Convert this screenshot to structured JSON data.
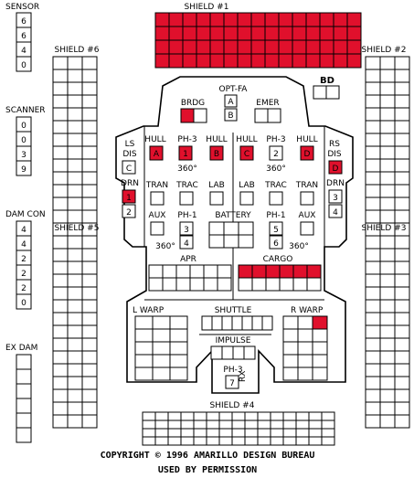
{
  "colors": {
    "damaged": "#e0102c",
    "box": "#ffffff",
    "ink": "#000000"
  },
  "sensor": {
    "label": "SENSOR",
    "values": [
      "6",
      "6",
      "4",
      "0"
    ]
  },
  "scanner": {
    "label": "SCANNER",
    "values": [
      "0",
      "0",
      "3",
      "9"
    ]
  },
  "damcon": {
    "label": "DAM CON",
    "values": [
      "4",
      "4",
      "2",
      "2",
      "2",
      "0"
    ]
  },
  "exdam": {
    "label": "EX DAM"
  },
  "shield1": {
    "label": "SHIELD #1"
  },
  "shield2": {
    "label": "SHIELD #2"
  },
  "shield3": {
    "label": "SHIELD #3"
  },
  "shield4": {
    "label": "SHIELD #4"
  },
  "shield5": {
    "label": "SHIELD #5"
  },
  "shield6": {
    "label": "SHIELD #6"
  },
  "optfa": "OPT-FA",
  "bd": "BD",
  "brdg": "BRDG",
  "ab": [
    "A",
    "B"
  ],
  "emer": "EMER",
  "lsdis": [
    "LS",
    "DIS"
  ],
  "lsdis_box": "C",
  "rsdis": [
    "RS",
    "DIS"
  ],
  "rsdis_box": "D",
  "hull": "HULL",
  "ph3": "PH-3",
  "ph1": "PH-1",
  "arc_360": "360°",
  "ph3_left_box": "1",
  "ph3_right_box": "2",
  "hull_boxes": [
    "A",
    "B",
    "C",
    "D"
  ],
  "drn": "DRN",
  "drn_left": [
    "1",
    "2"
  ],
  "drn_right": [
    "3",
    "4"
  ],
  "tran": "TRAN",
  "trac": "TRAC",
  "lab": "LAB",
  "aux": "AUX",
  "battery": "BATTERY",
  "ph1_left": [
    "3",
    "4"
  ],
  "ph1_right": [
    "5",
    "6"
  ],
  "apr": "APR",
  "cargo": "CARGO",
  "lwarp": "L WARP",
  "rwarp": "R WARP",
  "shuttle": "SHUTTLE",
  "impulse": "IMPULSE",
  "ph3_aft": {
    "label": "PH-3",
    "box": "7",
    "tag": "RX"
  },
  "copyright": [
    "COPYRIGHT © 1996 AMARILLO DESIGN BUREAU",
    "USED BY PERMISSION"
  ],
  "damage": {
    "shield1": {
      "rows": 4,
      "cols": 15,
      "destroyed": 60
    },
    "shield2": {
      "rows": 15,
      "cols": 3,
      "destroyed": 0
    },
    "shield3": {
      "rows": 15,
      "cols": 3,
      "destroyed": 0
    },
    "shield4": {
      "rows": 4,
      "cols": 15,
      "destroyed": 0
    },
    "shield5": {
      "rows": 15,
      "cols": 3,
      "destroyed": 0
    },
    "shield6": {
      "rows": 15,
      "cols": 3,
      "destroyed": 0
    },
    "exdam": {
      "rows": 6,
      "cols": 1,
      "destroyed": 0
    },
    "apr": {
      "rows": 2,
      "cols": 6,
      "destroyed": 0
    },
    "cargo": {
      "rows": 2,
      "cols": 6,
      "destroyed": 6
    },
    "lwarp": {
      "rows": 5,
      "cols": 3,
      "destroyed": 0
    },
    "rwarp": {
      "rows": 5,
      "cols": 3,
      "destroyed": 1
    },
    "shuttle": {
      "rows": 1,
      "cols": 7,
      "destroyed": 0
    },
    "impulse": {
      "rows": 1,
      "cols": 4,
      "destroyed": 0
    },
    "bd": {
      "rows": 1,
      "cols": 2,
      "destroyed": 0
    },
    "brdg": {
      "rows": 1,
      "cols": 2,
      "destroyed": 1
    },
    "emer": {
      "rows": 1,
      "cols": 2,
      "destroyed": 0
    },
    "battery": {
      "rows": 2,
      "cols": 3,
      "destroyed": 0
    },
    "hull_a": true,
    "hull_b": true,
    "hull_c": true,
    "hull_d": true,
    "ph3_1": true,
    "ph3_2": false,
    "lsdis_c": false,
    "rsdis_d": true,
    "drn_1": true
  }
}
